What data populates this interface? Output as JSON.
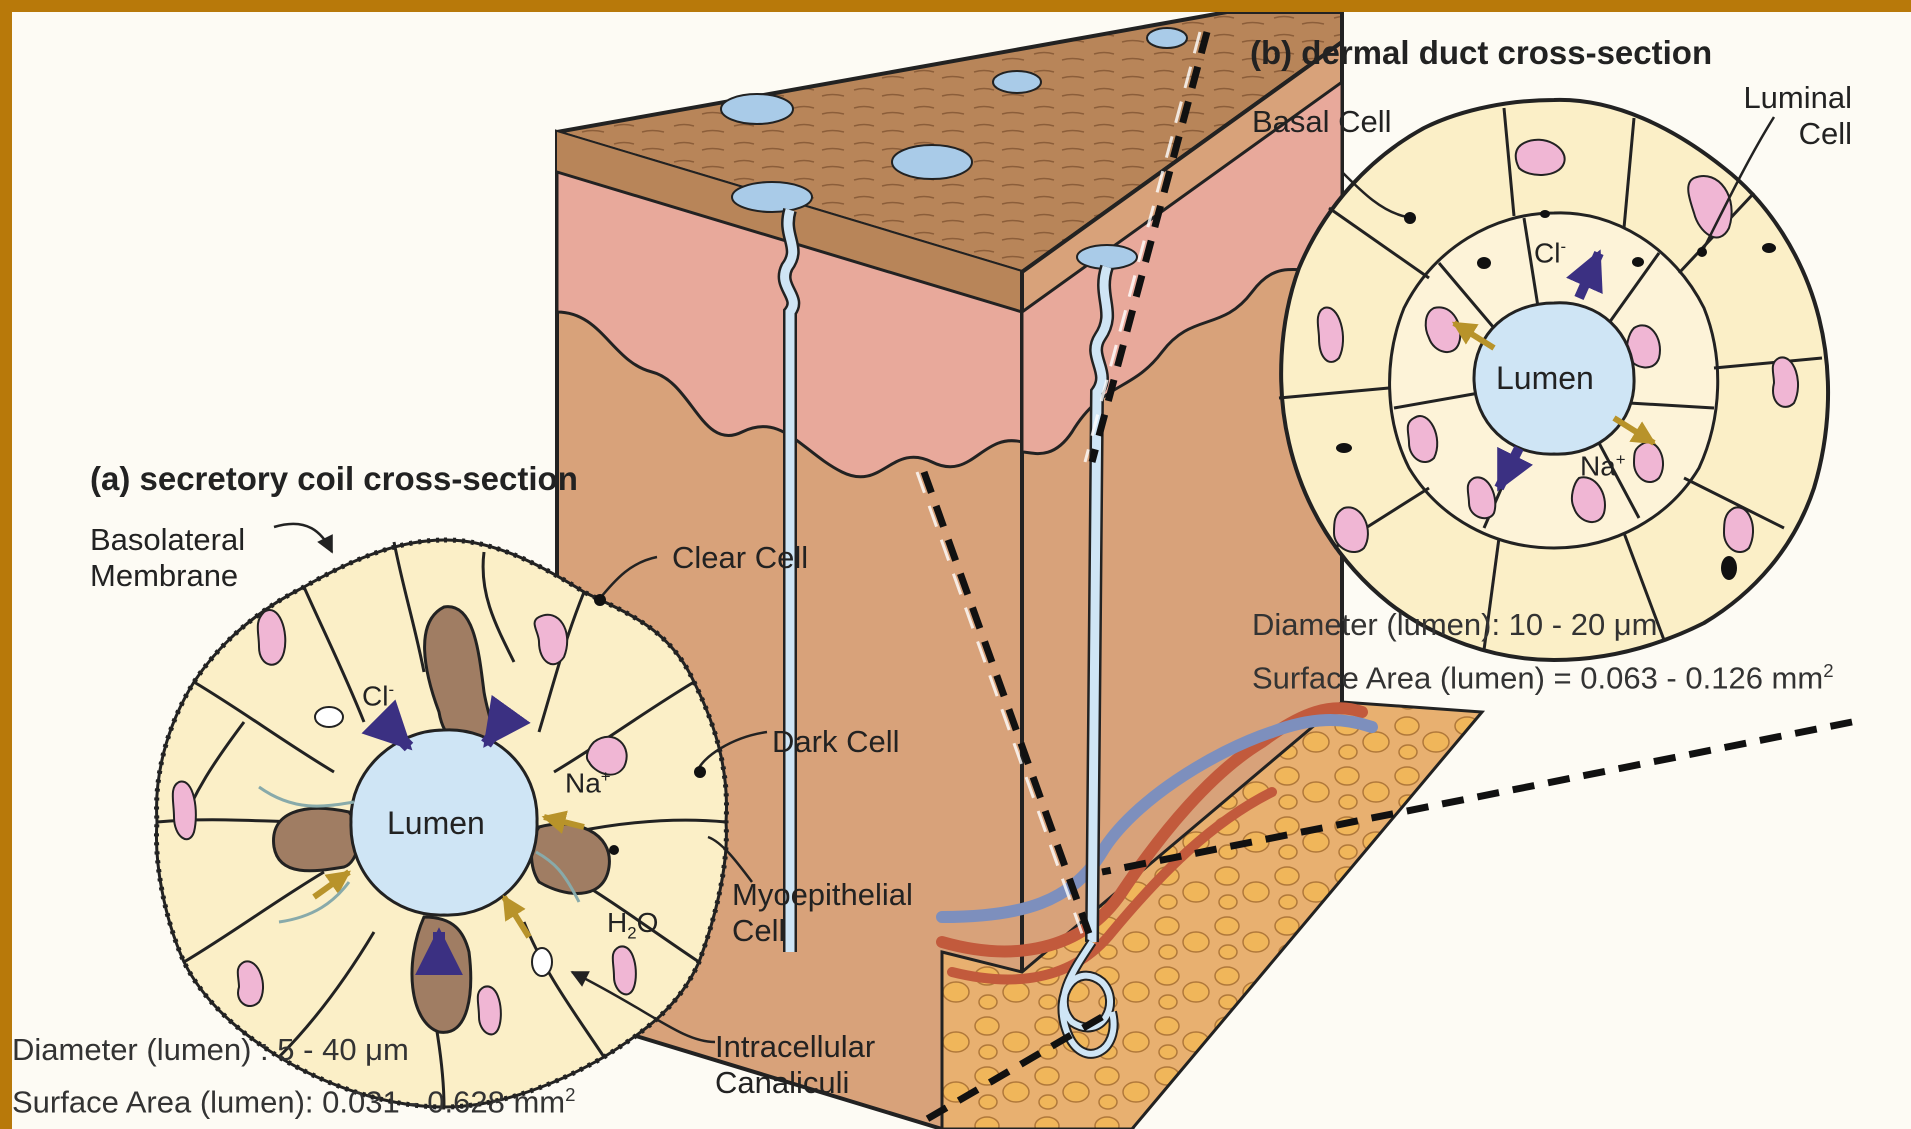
{
  "panel_a": {
    "title": "(a) secretory coil cross-section",
    "labels": {
      "basolateral": "Basolateral Membrane",
      "clear_cell": "Clear Cell",
      "dark_cell": "Dark Cell",
      "myoepithelial": "Myoepithelial Cell",
      "canaliculi": "Intracellular Canaliculi",
      "lumen": "Lumen",
      "cl": "Cl",
      "cl_sup": "-",
      "na": "Na",
      "na_sup": "+",
      "h2o_h": "H",
      "h2o_2": "2",
      "h2o_o": "O"
    },
    "diameter": "Diameter (lumen) : 5 - 40 μm",
    "surface_area": "Surface Area (lumen): 0.031 -  0.628 mm",
    "surface_area_sup": "2"
  },
  "panel_b": {
    "title": "(b) dermal duct cross-section",
    "labels": {
      "basal_cell": "Basal Cell",
      "luminal_cell": "Luminal Cell",
      "lumen": "Lumen",
      "cl": "Cl",
      "cl_sup": "-",
      "na": "Na",
      "na_sup": "+"
    },
    "diameter": "Diameter (lumen): 10 - 20 μm",
    "surface_area": "Surface Area (lumen) = 0.063 -  0.126 mm",
    "surface_area_sup": "2"
  },
  "colors": {
    "frame": "#b8790a",
    "background": "#fdfbf4",
    "epidermis_top": "#b88559",
    "dermis_pink": "#e8a99b",
    "dermis": "#d8a27a",
    "cell_cream": "#fbefc7",
    "dark_cell": "#a07d63",
    "nucleus_pink": "#f0b6d4",
    "lumen": "#cfe5f5",
    "chloride_arrow": "#3b3082",
    "sodium_arrow": "#b8932a",
    "artery": "#c25a3c",
    "vein": "#7d8fbd"
  }
}
